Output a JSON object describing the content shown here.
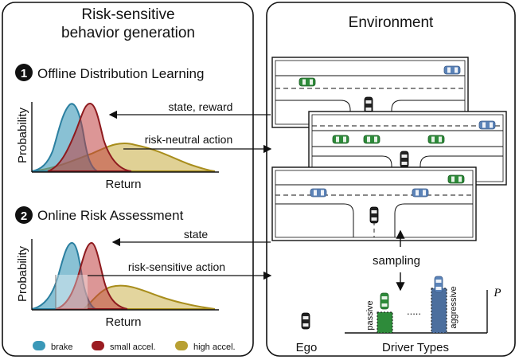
{
  "left_panel": {
    "title_line1": "Risk-sensitive",
    "title_line2": "behavior generation",
    "step1": {
      "number": "1",
      "label": "Offline Distribution Learning"
    },
    "step2": {
      "number": "2",
      "label": "Online Risk Assessment"
    },
    "plot1": {
      "ylabel": "Probability",
      "xlabel": "Return"
    },
    "plot2": {
      "ylabel": "Probability",
      "xlabel": "Return"
    },
    "legend": [
      {
        "label": "brake",
        "color": "#3a98b8"
      },
      {
        "label": "small accel.",
        "color": "#9b1c22"
      },
      {
        "label": "high accel.",
        "color": "#b8a033"
      }
    ]
  },
  "arrows": {
    "state_reward": "state, reward",
    "risk_neutral_action": "risk-neutral action",
    "state": "state",
    "risk_sensitive_action": "risk-sensitive action"
  },
  "right_panel": {
    "title": "Environment",
    "sampling_label": "sampling",
    "ego_label": "Ego",
    "driver_types_label": "Driver Types",
    "passive_label": "passive",
    "aggressive_label": "aggressive",
    "dots": ".....",
    "p_label": "P"
  },
  "colors": {
    "ego_car": "#222222",
    "green_car": "#2e8b3a",
    "blue_car": "#5b83b8",
    "road_box_stroke": "#111111"
  }
}
